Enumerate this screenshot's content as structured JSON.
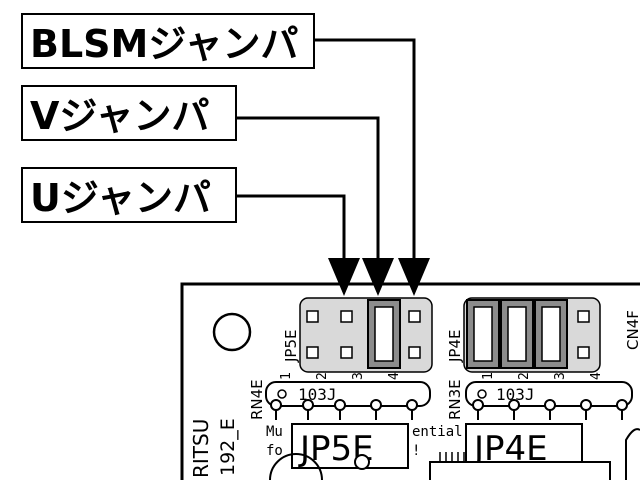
{
  "callouts": {
    "blsm": "BLSMジャンパ",
    "v": "Vジャンパ",
    "u": "Uジャンパ"
  },
  "board": {
    "jp5e_label": "JP5E",
    "jp4e_label": "JP4E",
    "jp5e_box": "JP5E",
    "jp4e_box": "JP4E",
    "rn4e": "RN4E",
    "rn3e": "RN3E",
    "cn4f": "CN4F",
    "resistor_a": "103J",
    "resistor_b": "103J",
    "pin_1a": "1",
    "pin_2a": "2",
    "pin_3a": "3",
    "pin_4a": "4",
    "pin_1b": "1",
    "pin_2b": "2",
    "pin_3b": "3",
    "pin_4b": "4",
    "brand_fragment": "RITSU",
    "model_fragment": "192_E",
    "silk_mu": "Mu",
    "silk_fo": "fo",
    "silk_ential": "ential",
    "silk_excl": "!"
  },
  "colors": {
    "line": "#000000",
    "jumper_fill": "#8c8c8c",
    "header_fill": "#d9d9d9",
    "board_fill": "#ffffff"
  }
}
